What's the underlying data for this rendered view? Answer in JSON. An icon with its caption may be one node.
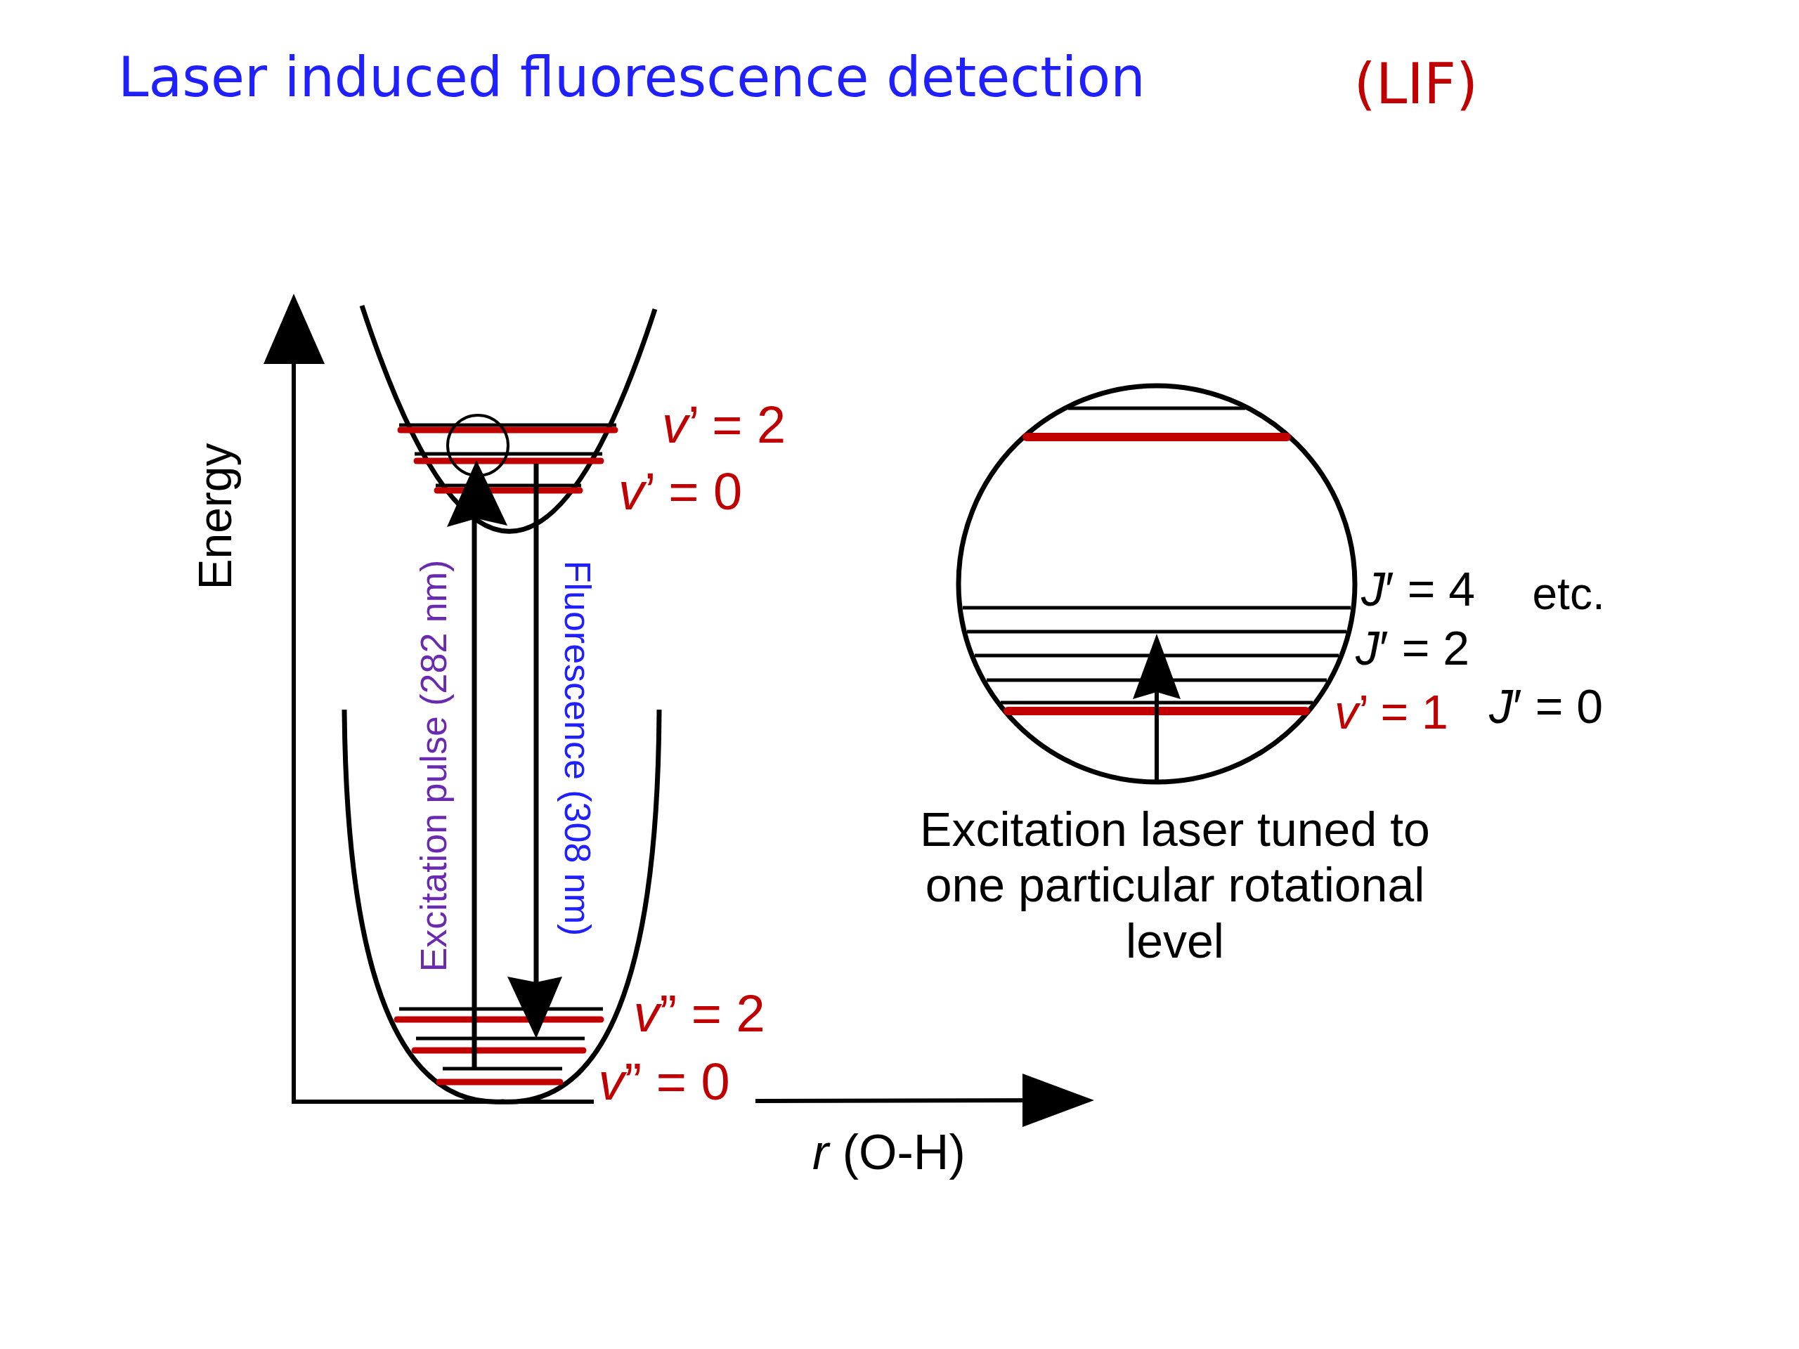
{
  "diagram": {
    "title": "Laser induced fluorescence detection",
    "nodes": [
      {
        "text": [],
        "shape": "circle"
      }
    ],
    "labels": [
      "(LIF)",
      "Energy",
      "*v*’ = 2",
      "*v*’ = 0",
      "Excitation pulse (282 nm)",
      "Fluorescence (308 nm)",
      "*J*′ = 4",
      "etc.",
      "*J*′ = 2",
      "*v*’ = 1",
      "*J*′ = 0",
      "Excitation laser tuned to one particular rotational level",
      "*v*” = 2",
      "*v*” = 0",
      "*r* (O-H)"
    ]
  }
}
